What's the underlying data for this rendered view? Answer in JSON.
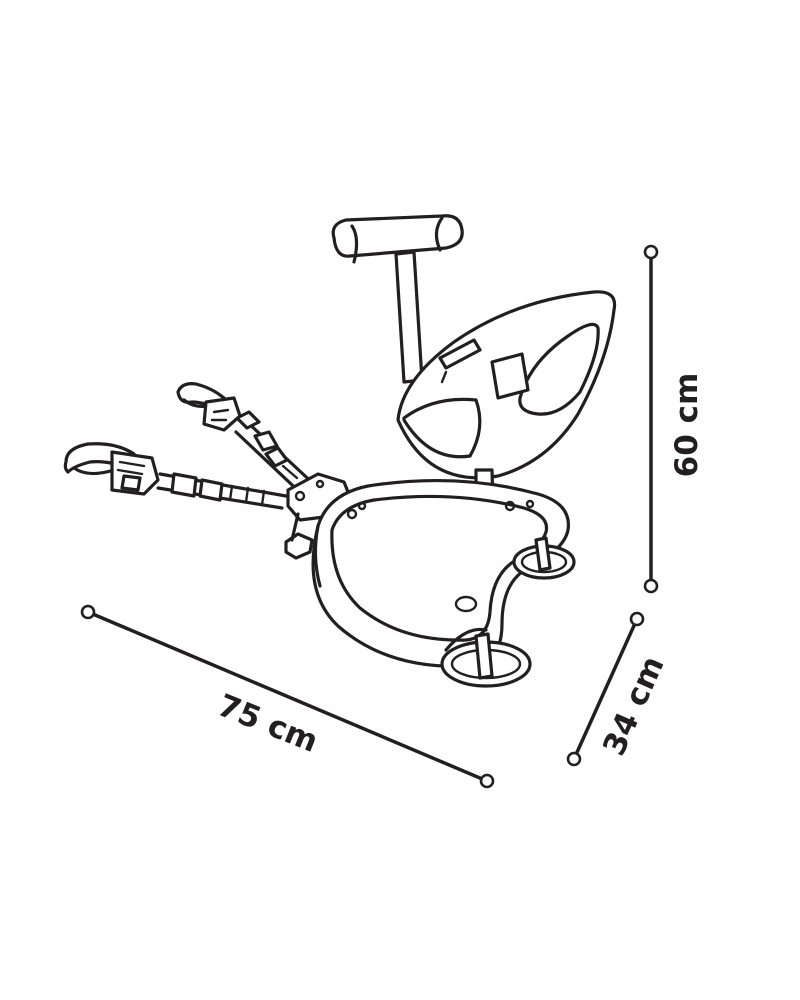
{
  "dimensions": {
    "length": "75 cm",
    "height": "60 cm",
    "width": "34 cm"
  },
  "colors": {
    "line": "#231f20",
    "background": "#ffffff"
  }
}
